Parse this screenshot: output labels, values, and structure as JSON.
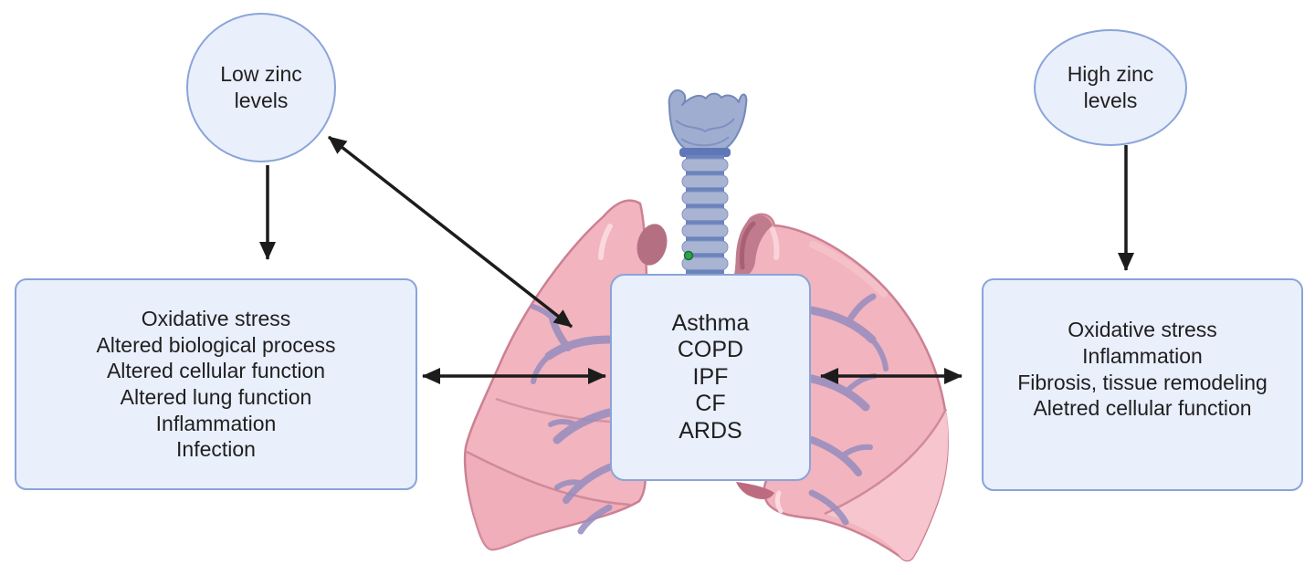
{
  "nodes": {
    "low_zinc": {
      "lines": [
        "Low zinc",
        "levels"
      ]
    },
    "high_zinc": {
      "lines": [
        "High zinc",
        "levels"
      ]
    },
    "left_effects": {
      "lines": [
        "Oxidative stress",
        "Altered biological process",
        "Altered cellular function",
        "Altered lung function",
        "Inflammation",
        "Infection"
      ]
    },
    "diseases": {
      "lines": [
        "Asthma",
        "COPD",
        "IPF",
        "CF",
        "ARDS"
      ]
    },
    "right_effects": {
      "lines": [
        "Oxidative stress",
        "Inflammation",
        "Fibrosis, tissue remodeling",
        "Aletred cellular function"
      ]
    }
  },
  "illustration": {
    "name": "human-lungs-with-trachea-illustration",
    "parts": [
      "larynx",
      "trachea",
      "left-lung",
      "right-lung",
      "bronchial-tree",
      "green-marker-dot"
    ]
  },
  "arrows": [
    {
      "name": "low-zinc-to-left-effects",
      "from": "low_zinc",
      "to": "left_effects",
      "heads": "end"
    },
    {
      "name": "low-zinc-to-lungs",
      "from": "low_zinc",
      "to": "lungs",
      "heads": "both"
    },
    {
      "name": "left-effects-to-diseases",
      "from": "left_effects",
      "to": "diseases",
      "heads": "both"
    },
    {
      "name": "diseases-to-right-effects",
      "from": "diseases",
      "to": "right_effects",
      "heads": "both"
    },
    {
      "name": "high-zinc-to-right-effects",
      "from": "high_zinc",
      "to": "right_effects",
      "heads": "end"
    }
  ],
  "colors": {
    "node_fill": "#e9effb",
    "node_border": "#8aa4d9",
    "text": "#1f1f1f",
    "arrow": "#1c1c1c",
    "lung_pink": "#f2b4be",
    "lung_outline": "#cb8193",
    "lung_shade": "#eda8b5",
    "lung_lower_lobe": "#f6c6ce",
    "bronchi_purple": "#968dbf",
    "trachea_light": "#a9b4d3",
    "trachea_dark": "#5f77b8",
    "larynx_fill": "#9fadd0",
    "marker_green": "#2ea44a"
  }
}
